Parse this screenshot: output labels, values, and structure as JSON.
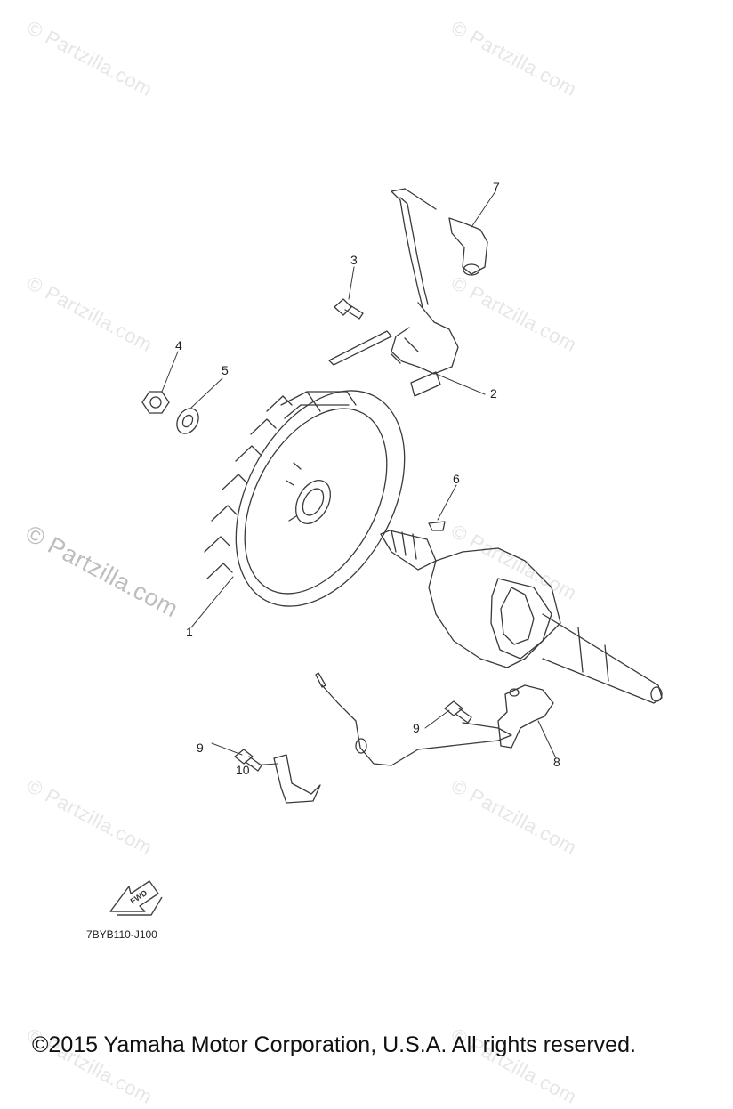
{
  "watermark_text": "© Partzilla.com",
  "callouts": [
    "1",
    "2",
    "3",
    "4",
    "5",
    "6",
    "7",
    "8",
    "9",
    "9",
    "10"
  ],
  "fwd_label": "FWD",
  "diagram_code": "7BYB110-J100",
  "copyright": "©2015  Yamaha Motor Corporation, U.S.A. All rights reserved."
}
